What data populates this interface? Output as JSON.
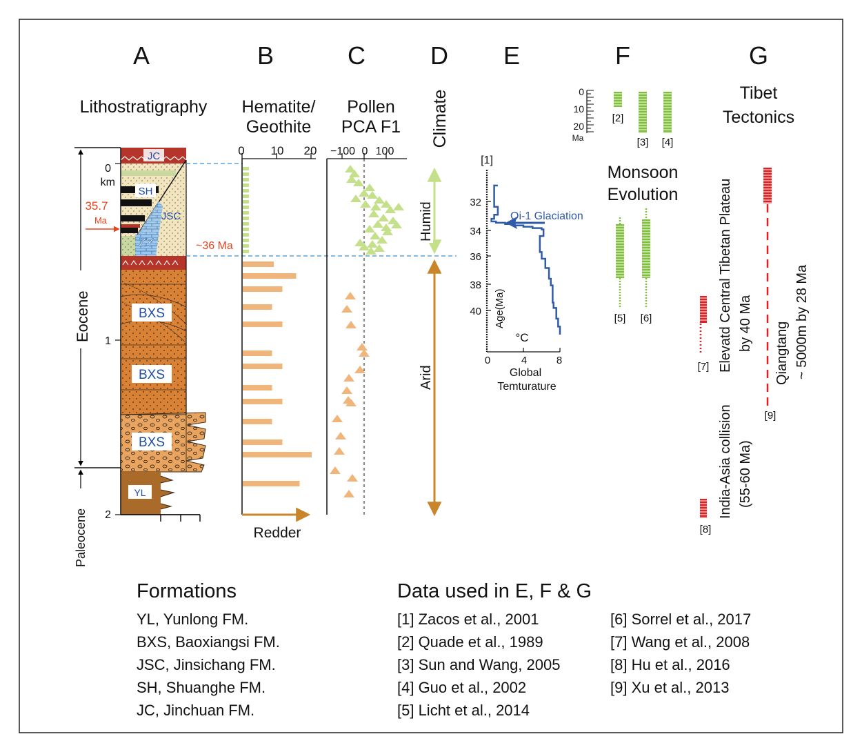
{
  "panels": {
    "A": {
      "letter": "A",
      "title": "Lithostratigraphy"
    },
    "B": {
      "letter": "B",
      "title_line1": "Hematite/",
      "title_line2": "Geothite",
      "ticks": [
        "0",
        "10",
        "20"
      ],
      "bottom_label": "Redder"
    },
    "C": {
      "letter": "C",
      "title_line1": "Pollen",
      "title_line2": "PCA F1",
      "ticks": [
        "−100",
        "0",
        "100"
      ]
    },
    "D": {
      "letter": "D",
      "title": "Climate",
      "humid": "Humid",
      "arid": "Arid"
    },
    "E": {
      "letter": "E",
      "ref": "[1]",
      "annotation": "Oi-1 Glaciation",
      "y_label": "Age(Ma)",
      "x_label_line1": "Global",
      "x_label_line2": "Temturature",
      "unit": "°C",
      "y_ticks": [
        "32",
        "34",
        "36",
        "38",
        "40"
      ],
      "x_ticks": [
        "0",
        "4",
        "8"
      ]
    },
    "F": {
      "letter": "F",
      "title_line1": "Monsoon",
      "title_line2": "Evolution",
      "scale_ticks": [
        "0",
        "10",
        "20"
      ],
      "scale_unit": "Ma",
      "refs": [
        "[2]",
        "[3]",
        "[4]",
        "[5]",
        "[6]"
      ]
    },
    "G": {
      "letter": "G",
      "title_line1": "Tibet",
      "title_line2": "Tectonics",
      "plateau_line1": "Elevatd Central Tibetan Plateau",
      "plateau_line2": "by 40 Ma",
      "qiangtang_line1": "Qiangtang",
      "qiangtang_line2": "~ 5000m by 28 Ma",
      "collision_line1": "India-Asia collision",
      "collision_line2": "(55-60 Ma)",
      "refs": [
        "[7]",
        "[8]",
        "[9]"
      ]
    }
  },
  "column": {
    "depth_labels": [
      "0",
      "km",
      "1",
      "2"
    ],
    "units": {
      "JC": "JC",
      "SH": "SH",
      "JSC": "JSC",
      "ZY": "ZY",
      "BXS": "BXS",
      "YL": "YL"
    },
    "age_357": "35.7",
    "age_ma": "Ma",
    "age_36": "~36 Ma",
    "epoch_eocene": "Eocene",
    "epoch_paleocene": "Paleocene"
  },
  "hematite_values": [
    9,
    15.5,
    11.5,
    8.5,
    11.5,
    8.5,
    11.5,
    8.5,
    11.5,
    8.5,
    11.5,
    20,
    16.5
  ],
  "temperature_curve": [
    [
      1.2,
      30.8
    ],
    [
      0.8,
      31.2
    ],
    [
      0.8,
      32.4
    ],
    [
      1.2,
      32.6
    ],
    [
      1.2,
      33.0
    ],
    [
      0.8,
      33.3
    ],
    [
      0.5,
      33.5
    ],
    [
      1.0,
      33.6
    ],
    [
      2.0,
      33.7
    ],
    [
      3.0,
      33.8
    ],
    [
      4.0,
      33.9
    ],
    [
      5.0,
      34.0
    ],
    [
      6.0,
      34.1
    ],
    [
      6.2,
      34.3
    ],
    [
      6.2,
      34.6
    ],
    [
      5.8,
      35.0
    ],
    [
      5.8,
      35.8
    ],
    [
      6.0,
      36.3
    ],
    [
      6.4,
      37.0
    ],
    [
      6.8,
      37.8
    ],
    [
      7.0,
      38.3
    ],
    [
      7.2,
      39.0
    ],
    [
      7.2,
      39.6
    ],
    [
      7.3,
      40.0
    ],
    [
      7.6,
      40.8
    ],
    [
      7.8,
      41.4
    ],
    [
      8.0,
      42.0
    ]
  ],
  "colors": {
    "humid_green": "#c5e08a",
    "arid_orange": "#f0b57a",
    "arrow_brown": "#c8852a",
    "temperature_blue": "#2f5aa8",
    "red_label": "#e8431e",
    "dashed_blue": "#3a8fd1",
    "bar_green": "#7fbf3a",
    "tectonic_red": "#e02020",
    "bxs_orange": "#d98236"
  },
  "formations": {
    "heading": "Formations",
    "items": [
      "YL, Yunlong FM.",
      "BXS, Baoxiangsi FM.",
      "JSC, Jinsichang FM.",
      "SH, Shuanghe FM.",
      "JC, Jinchuan FM."
    ]
  },
  "refs_data": {
    "heading": "Data used in E, F & G",
    "col1": [
      "[1] Zacos et al., 2001",
      "[2] Quade et al., 1989",
      "[3] Sun and Wang, 2005",
      "[4] Guo et al., 2002",
      "[5] Licht et al., 2014"
    ],
    "col2": [
      "[6] Sorrel et al., 2017",
      "[7] Wang et al., 2008",
      "[8] Hu et al., 2016",
      "[9] Xu et al., 2013"
    ]
  }
}
